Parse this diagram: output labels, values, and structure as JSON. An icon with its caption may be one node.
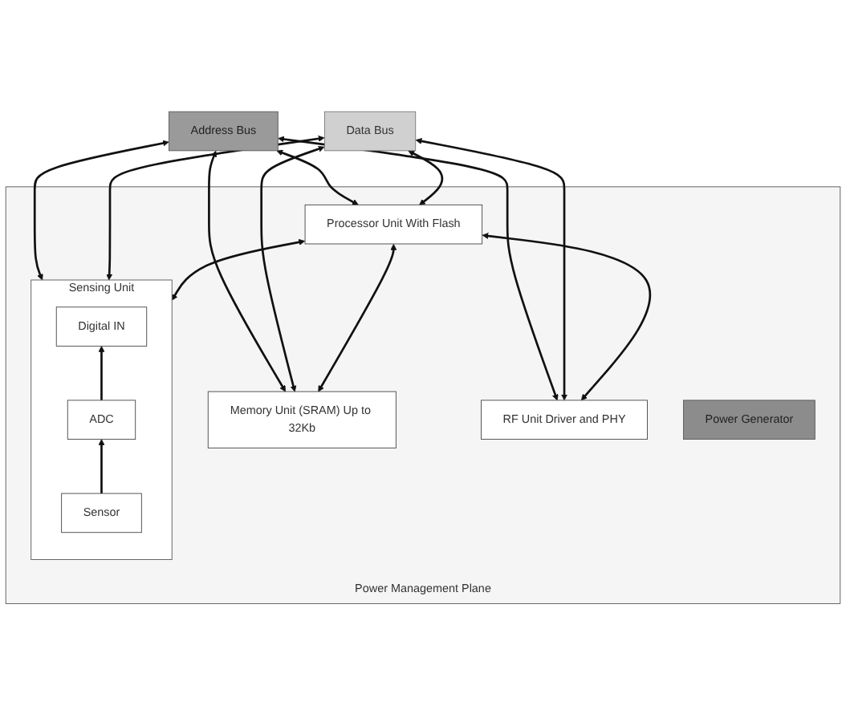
{
  "diagram": {
    "nodes": [
      {
        "text": [
          "Address Bus"
        ]
      },
      {
        "text": [
          "Data Bus"
        ]
      },
      {
        "text": [
          "Power Management Plane"
        ]
      },
      {
        "text": [
          "Sensing Unit"
        ],
        "in": 2
      },
      {
        "text": [
          "Digital IN"
        ],
        "in": 3
      },
      {
        "text": [
          "ADC"
        ],
        "in": 3
      },
      {
        "text": [
          "Sensor"
        ],
        "in": 3
      },
      {
        "text": [
          "Processor Unit With Flash"
        ],
        "in": 2
      },
      {
        "text": [
          "Memory Unit (SRAM) Up to 32Kb"
        ],
        "in": 2
      },
      {
        "text": [
          "RF Unit Driver and PHY"
        ],
        "in": 2
      },
      {
        "text": [
          "Power Generator"
        ],
        "in": 2
      }
    ],
    "edges": [
      {
        "from": 0,
        "to": 3,
        "arrow": "both"
      },
      {
        "from": 1,
        "to": 3,
        "arrow": "both"
      },
      {
        "from": 0,
        "to": 7,
        "arrow": "both"
      },
      {
        "from": 1,
        "to": 7,
        "arrow": "both"
      },
      {
        "from": 0,
        "to": 8,
        "arrow": "both"
      },
      {
        "from": 1,
        "to": 8,
        "arrow": "both"
      },
      {
        "from": 0,
        "to": 9,
        "arrow": "both"
      },
      {
        "from": 1,
        "to": 9,
        "arrow": "both"
      },
      {
        "from": 5,
        "to": 4,
        "arrow": "to"
      },
      {
        "from": 6,
        "to": 5,
        "arrow": "to"
      },
      {
        "from": 7,
        "to": 3,
        "arrow": "both"
      },
      {
        "from": 7,
        "to": 8,
        "arrow": "both"
      },
      {
        "from": 7,
        "to": 9,
        "arrow": "both"
      }
    ]
  }
}
